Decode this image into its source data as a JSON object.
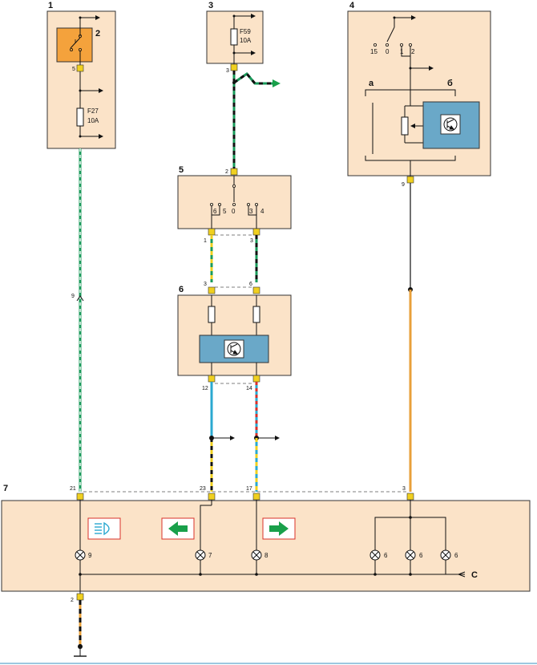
{
  "blocks": {
    "b1": "1",
    "b2": "2",
    "b3": "3",
    "b4": "4",
    "b5": "5",
    "b6": "6",
    "b7": "7"
  },
  "fuses": {
    "f27": {
      "name": "F27",
      "rating": "10A"
    },
    "f59": {
      "name": "F59",
      "rating": "10A"
    }
  },
  "switch4": {
    "p15": "15",
    "p0": "0",
    "p1": "1",
    "p2": "2",
    "part_a": "а",
    "part_b": "б"
  },
  "switch5": {
    "p6": "6",
    "p5": "5",
    "p0": "0",
    "p3": "3",
    "p4": "4"
  },
  "pins": {
    "b1_5": "5",
    "b1_9": "9",
    "b3_3": "3",
    "b5_2": "2",
    "b5_1": "1",
    "b5_3": "3",
    "b6_3": "3",
    "b6_6": "6",
    "b6_12": "12",
    "b6_14": "14",
    "b4_9": "9",
    "b7_21": "21",
    "b7_23": "23",
    "b7_17": "17",
    "b7_3": "3",
    "b7_2": "2"
  },
  "lamps": {
    "l9": "9",
    "l7": "7",
    "l8": "8",
    "l6a": "6",
    "l6b": "6",
    "l6c": "6"
  },
  "ground_c": "C",
  "colors": {
    "box": "#fbe3c8",
    "relay": "#f4a23c",
    "module": "#6aa8c8",
    "green_arrow": "#19a04a",
    "wire_green": "#1a9a5a",
    "wire_orange": "#e8a03a",
    "wire_blue": "#2aa8d0",
    "wire_yellow": "#f0d020",
    "wire_red": "#d8302a"
  }
}
